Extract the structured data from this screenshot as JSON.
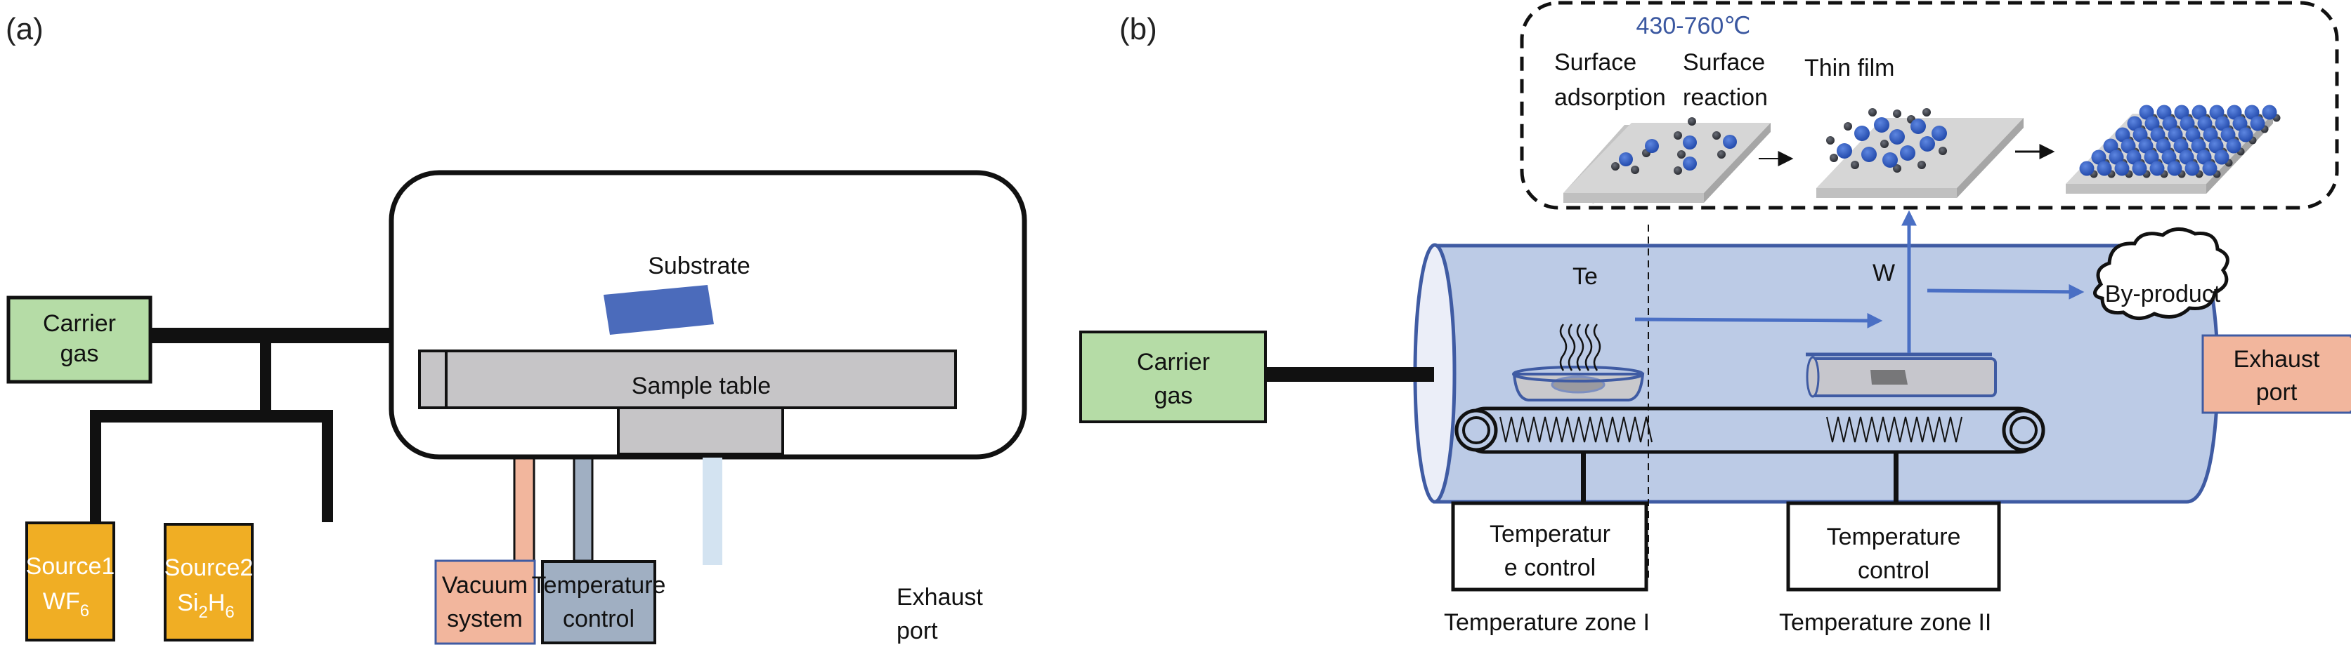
{
  "colors": {
    "carrier_gas": "#b5dca6",
    "source": "#f0ae24",
    "vacuum": "#f2b69d",
    "temp_control_a": "#a0afc2",
    "exhaust_pipe": "#d3e3f1",
    "sample_table": "#c6c5c7",
    "substrate": "#4b6bbb",
    "tube": "#bccbe6",
    "tube_border": "#3f5ba3",
    "arrow_blue": "#4a6fc4",
    "exhaust_box": "#f2b69d",
    "pipe": "#111111"
  },
  "panel_a": {
    "label": "(a)",
    "carrier_gas": [
      "Carrier",
      "gas"
    ],
    "source1": {
      "name": "Source1",
      "formula_main": "WF",
      "formula_sub": "6"
    },
    "source2": {
      "name": "Source2",
      "formula_a": "Si",
      "sub_a": "2",
      "formula_b": "H",
      "sub_b": "6"
    },
    "substrate": "Substrate",
    "sample_table": "Sample table",
    "vacuum_system": [
      "Vacuum",
      "system"
    ],
    "temperature_control": [
      "Temperature",
      "control"
    ],
    "exhaust_port": [
      "Exhaust",
      "port"
    ]
  },
  "panel_b": {
    "label": "(b)",
    "temperature_range": "430-760℃",
    "stages": [
      {
        "label": [
          "Surface",
          "adsorption"
        ]
      },
      {
        "label": [
          "Surface",
          "reaction"
        ]
      },
      {
        "label": [
          "Thin film"
        ]
      }
    ],
    "carrier_gas": [
      "Carrier",
      "gas"
    ],
    "te_label": "Te",
    "w_label": "W",
    "by_product": "By-product",
    "exhaust_port": [
      "Exhaust",
      "port"
    ],
    "temp_control_1": [
      "Temperatur",
      "e control"
    ],
    "temp_control_2": [
      "Temperature",
      "control"
    ],
    "zone_1": "Temperature zone I",
    "zone_2": "Temperature zone II"
  }
}
